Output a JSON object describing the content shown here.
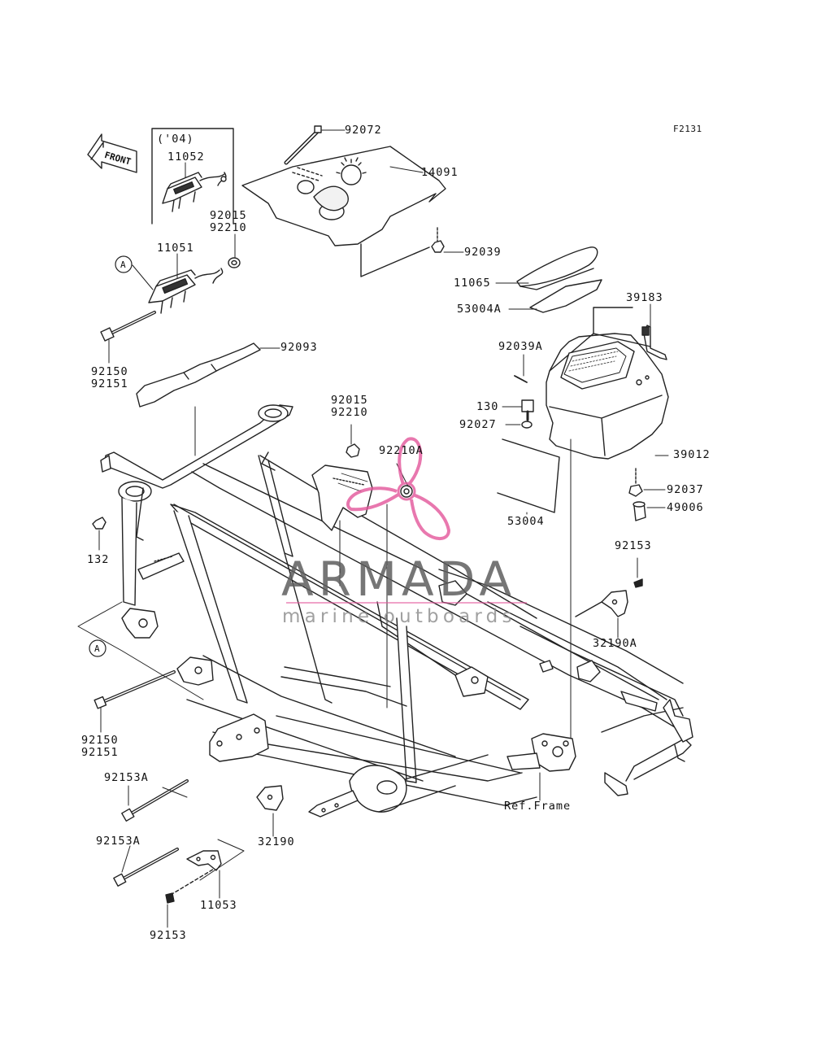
{
  "figure_code": "F2131",
  "front_label": "FRONT",
  "year_box_label": "('04)",
  "watermark": {
    "title": "ARMADA",
    "subtitle": "marine outboards",
    "accent_color": "#e3569a"
  },
  "callouts": {
    "p92072": "92072",
    "p14091": "14091",
    "p11052": "11052",
    "p92015a": "92015",
    "p92210a": "92210",
    "p11051": "11051",
    "circleA_top": "A",
    "p92039": "92039",
    "p11065": "11065",
    "p53004A": "53004A",
    "p39183": "39183",
    "p92093": "92093",
    "p92150a": "92150",
    "p92151a": "92151",
    "p92039A": "92039A",
    "p92015b": "92015",
    "p92210b": "92210",
    "p130": "130",
    "p92027": "92027",
    "p92210A": "92210A",
    "p39012": "39012",
    "p92037": "92037",
    "p49006": "49006",
    "p53004": "53004",
    "p132": "132",
    "p92153a": "92153",
    "p32190A": "32190A",
    "circleA_bottom": "A",
    "p92150b": "92150",
    "p92151b": "92151",
    "p92153A_1": "92153A",
    "p92153A_2": "92153A",
    "p32190": "32190",
    "p11053": "11053",
    "p92153b": "92153",
    "ref_frame": "Ref.Frame"
  }
}
